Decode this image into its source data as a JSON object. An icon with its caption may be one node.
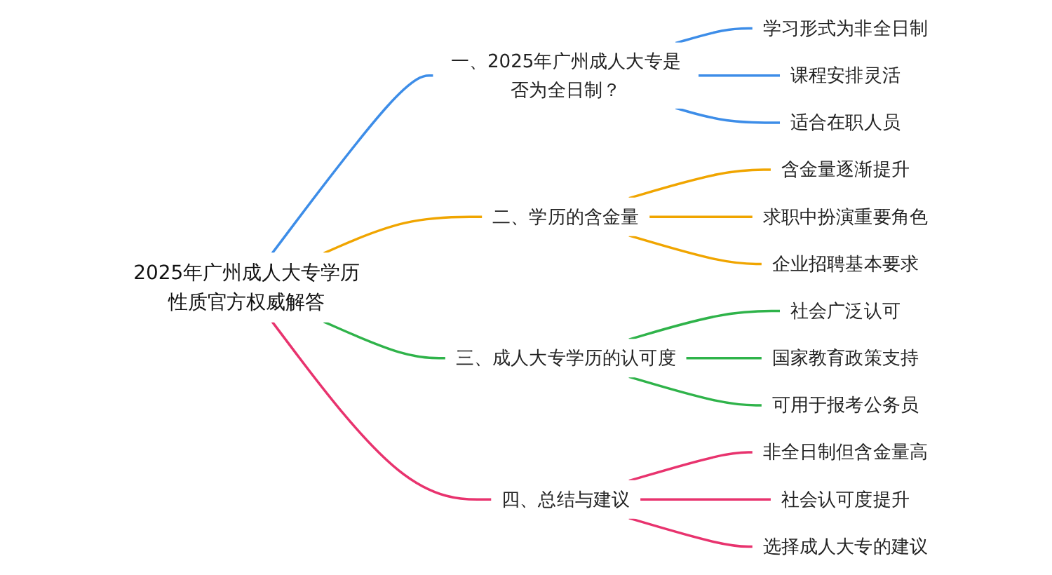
{
  "diagram": {
    "nodes": [
      {
        "text": [
          "2025年广州成人大专学历性质官方权威解答"
        ]
      },
      {
        "text": [
          "一、2025年广州成人大专是否为全日制？"
        ]
      },
      {
        "text": [
          "学习形式为非全日制"
        ]
      },
      {
        "text": [
          "课程安排灵活"
        ]
      },
      {
        "text": [
          "适合在职人员"
        ]
      },
      {
        "text": [
          "二、学历的含金量"
        ]
      },
      {
        "text": [
          "含金量逐渐提升"
        ]
      },
      {
        "text": [
          "求职中扮演重要角色"
        ]
      },
      {
        "text": [
          "企业招聘基本要求"
        ]
      },
      {
        "text": [
          "三、成人大专学历的认可度"
        ]
      },
      {
        "text": [
          "社会广泛认可"
        ]
      },
      {
        "text": [
          "国家教育政策支持"
        ]
      },
      {
        "text": [
          "可用于报考公务员"
        ]
      },
      {
        "text": [
          "四、总结与建议"
        ]
      },
      {
        "text": [
          "非全日制但含金量高"
        ]
      },
      {
        "text": [
          "社会认可度提升"
        ]
      },
      {
        "text": [
          "选择成人大专的建议"
        ]
      }
    ],
    "edges": [
      {
        "from": 0,
        "to": 1,
        "arrow": "none",
        "color": "#3d8de8"
      },
      {
        "from": 1,
        "to": 2,
        "arrow": "none",
        "color": "#3d8de8"
      },
      {
        "from": 1,
        "to": 3,
        "arrow": "none",
        "color": "#3d8de8"
      },
      {
        "from": 1,
        "to": 4,
        "arrow": "none",
        "color": "#3d8de8"
      },
      {
        "from": 0,
        "to": 5,
        "arrow": "none",
        "color": "#f0a500"
      },
      {
        "from": 5,
        "to": 6,
        "arrow": "none",
        "color": "#f0a500"
      },
      {
        "from": 5,
        "to": 7,
        "arrow": "none",
        "color": "#f0a500"
      },
      {
        "from": 5,
        "to": 8,
        "arrow": "none",
        "color": "#f0a500"
      },
      {
        "from": 0,
        "to": 9,
        "arrow": "none",
        "color": "#2fb34a"
      },
      {
        "from": 9,
        "to": 10,
        "arrow": "none",
        "color": "#2fb34a"
      },
      {
        "from": 9,
        "to": 11,
        "arrow": "none",
        "color": "#2fb34a"
      },
      {
        "from": 9,
        "to": 12,
        "arrow": "none",
        "color": "#2fb34a"
      },
      {
        "from": 0,
        "to": 13,
        "arrow": "none",
        "color": "#e8336e"
      },
      {
        "from": 13,
        "to": 14,
        "arrow": "none",
        "color": "#e8336e"
      },
      {
        "from": 13,
        "to": 15,
        "arrow": "none",
        "color": "#e8336e"
      },
      {
        "from": 13,
        "to": 16,
        "arrow": "none",
        "color": "#e8336e"
      }
    ]
  }
}
